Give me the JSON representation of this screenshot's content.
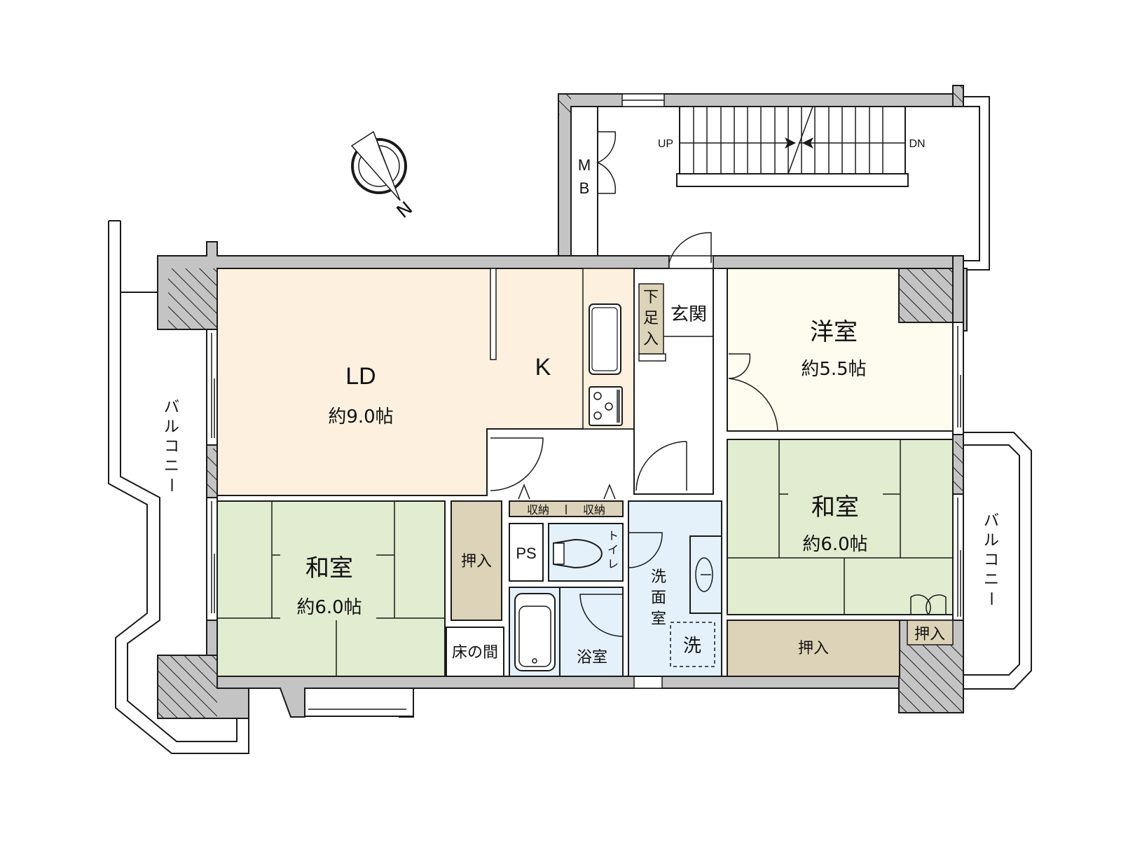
{
  "colors": {
    "ld_floor": "#fdf0df",
    "western_floor": "#fefcee",
    "tatami": "#e2ecd0",
    "storage": "#ddd3b8",
    "wet_area": "#e4f1fb",
    "wall": "#c4c4c4",
    "line": "#1a1a1a"
  },
  "compass": {
    "label": "N"
  },
  "stairs": {
    "up_label": "UP",
    "down_label": "DN"
  },
  "rooms": {
    "ld": {
      "name": "LD",
      "area": "約9.0帖"
    },
    "kitchen": {
      "name": "K"
    },
    "western": {
      "name": "洋室",
      "area": "約5.5帖"
    },
    "tatami_east": {
      "name": "和室",
      "area": "約6.0帖"
    },
    "tatami_west": {
      "name": "和室",
      "area": "約6.0帖"
    },
    "entrance": {
      "name": "玄関"
    },
    "shoe_box": {
      "name_chars": [
        "下",
        "足",
        "入"
      ]
    },
    "meter_box": {
      "chars": [
        "M",
        "B"
      ]
    },
    "storage_1": {
      "name": "収納"
    },
    "storage_2": {
      "name": "収納"
    },
    "ps": {
      "name": "PS"
    },
    "toilet": {
      "name_chars": [
        "ト",
        "イ",
        "レ"
      ]
    },
    "washroom": {
      "name_chars": [
        "洗",
        "面",
        "室"
      ]
    },
    "washer": {
      "name": "洗"
    },
    "bathroom": {
      "name": "浴室"
    },
    "tokonoma": {
      "name": "床の間"
    },
    "closet_west": {
      "name": "押入"
    },
    "closet_east_large": {
      "name": "押入"
    },
    "closet_east_small": {
      "name": "押入"
    },
    "balcony_west": {
      "name_chars": [
        "バ",
        "ル",
        "コ",
        "ニ",
        "ー"
      ]
    },
    "balcony_east": {
      "name_chars": [
        "バ",
        "ル",
        "コ",
        "ニ",
        "ー"
      ]
    }
  }
}
